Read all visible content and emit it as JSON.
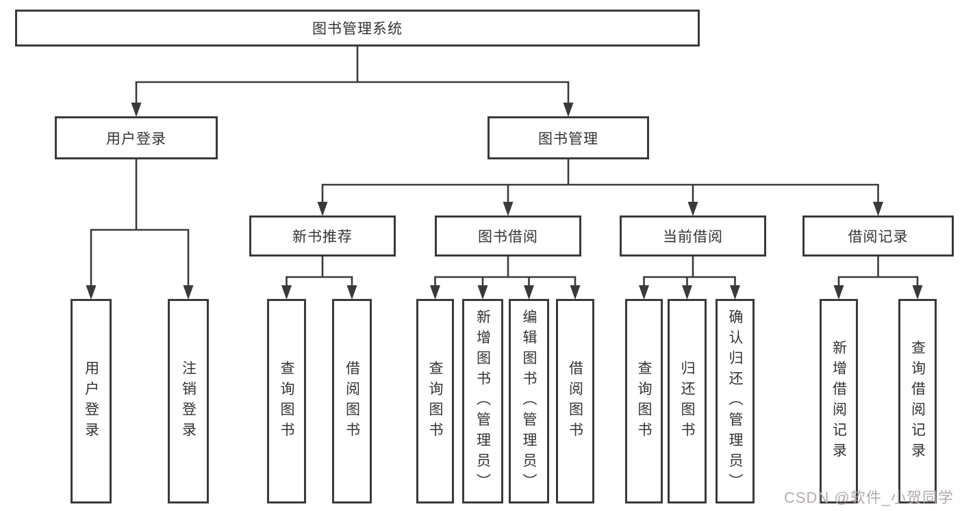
{
  "watermark": "CSDN @软件_小贺同学",
  "colors": {
    "background": "#ffffff",
    "line": "#3a3a3a",
    "box_border": "#3a3a3a",
    "text": "#333333",
    "watermark": "#b3abb1"
  },
  "nodes": [
    {
      "id": "root",
      "parent": null,
      "label": "图书管理系统"
    },
    {
      "id": "user-login",
      "parent": "root",
      "label": "用户登录"
    },
    {
      "id": "book-mgmt",
      "parent": "root",
      "label": "图书管理"
    },
    {
      "id": "login",
      "parent": "user-login",
      "label": "用户登录"
    },
    {
      "id": "logout",
      "parent": "user-login",
      "label": "注销登录"
    },
    {
      "id": "new-book-rec",
      "parent": "book-mgmt",
      "label": "新书推荐"
    },
    {
      "id": "book-borrow",
      "parent": "book-mgmt",
      "label": "图书借阅"
    },
    {
      "id": "current-borrow",
      "parent": "book-mgmt",
      "label": "当前借阅"
    },
    {
      "id": "borrow-records",
      "parent": "book-mgmt",
      "label": "借阅记录"
    },
    {
      "id": "nbr-query",
      "parent": "new-book-rec",
      "label": "查询图书"
    },
    {
      "id": "nbr-borrow",
      "parent": "new-book-rec",
      "label": "借阅图书"
    },
    {
      "id": "bb-query",
      "parent": "book-borrow",
      "label": "查询图书"
    },
    {
      "id": "bb-add",
      "parent": "book-borrow",
      "label": "新增图书（管理员）"
    },
    {
      "id": "bb-edit",
      "parent": "book-borrow",
      "label": "编辑图书（管理员）"
    },
    {
      "id": "bb-borrow",
      "parent": "book-borrow",
      "label": "借阅图书"
    },
    {
      "id": "cb-query",
      "parent": "current-borrow",
      "label": "查询图书"
    },
    {
      "id": "cb-return",
      "parent": "current-borrow",
      "label": "归还图书"
    },
    {
      "id": "cb-confirm",
      "parent": "current-borrow",
      "label": "确认归还（管理员）"
    },
    {
      "id": "br-add",
      "parent": "borrow-records",
      "label": "新增借阅记录"
    },
    {
      "id": "br-query",
      "parent": "borrow-records",
      "label": "查询借阅记录"
    }
  ]
}
